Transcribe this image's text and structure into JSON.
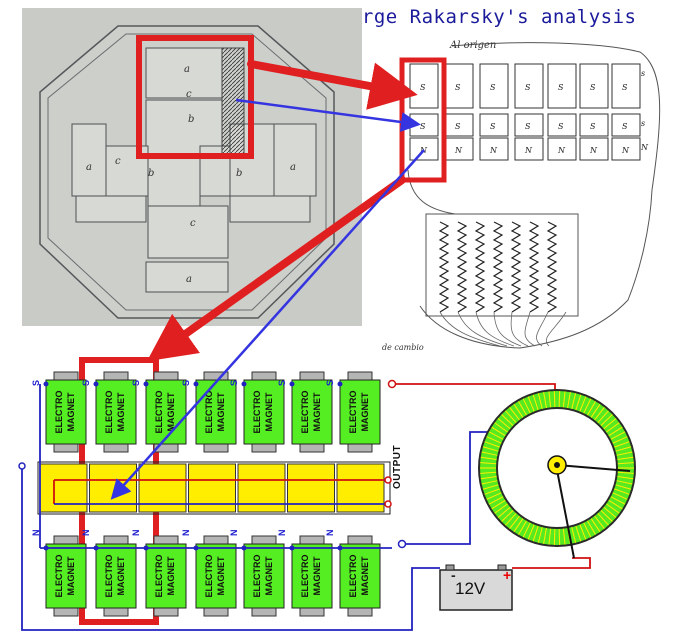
{
  "title": "Serge Rakarsky's analysis",
  "sketch": {
    "heading": "Al origen",
    "coil_marks": [
      "S",
      "S",
      "N"
    ],
    "row_letters": [
      "s",
      "s",
      "N"
    ],
    "footnote": "de cambio"
  },
  "octagon": {
    "labels": [
      "a",
      "c",
      "b",
      "a",
      "c",
      "b",
      "b",
      "a",
      "c",
      "a"
    ]
  },
  "electromagnet": {
    "line1": "ELECTRO",
    "line2": "MAGNET",
    "top_pole": "S",
    "bottom_pole": "N"
  },
  "output_label": "OUTPUT",
  "battery": {
    "label": "12V",
    "plus": "+",
    "minus": "-"
  },
  "colors": {
    "magnet_green": "#55ee22",
    "core_yellow": "#ffee00",
    "highlight_red": "#e02020",
    "arrow_blue": "#3434e0",
    "wire_red": "#d01010",
    "wire_blue": "#2222c0",
    "paper": "#c9cbc7"
  }
}
